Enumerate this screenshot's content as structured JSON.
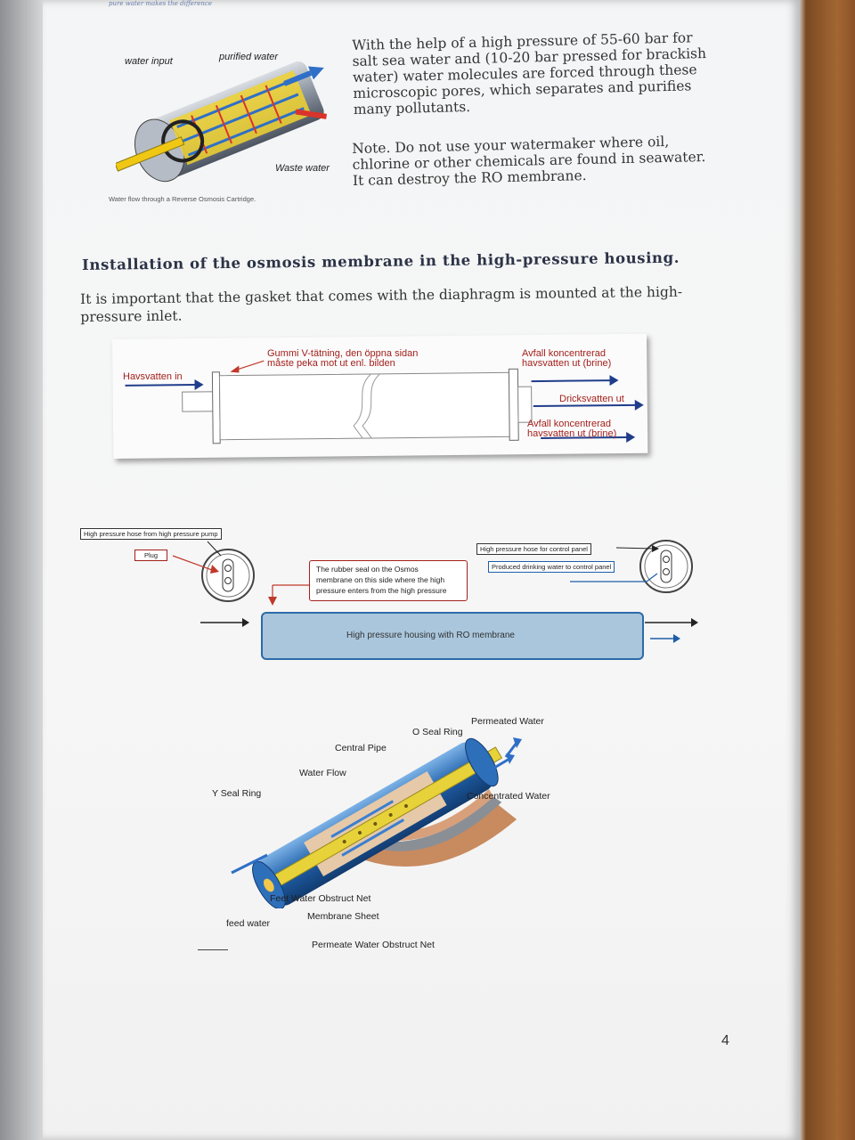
{
  "tagline": "pure water makes the difference",
  "figure1": {
    "label_input": "water input",
    "label_purified": "purified water",
    "label_waste": "Waste water",
    "caption": "Water flow through a Reverse Osmosis Cartridge."
  },
  "intro": {
    "p1": "With the help of a high pressure of 55-60 bar for salt sea water and (10-20 bar pressed for brackish water) water molecules are forced through these microscopic pores, which separates and purifies many pollutants.",
    "p2": "Note. Do not use your watermaker where oil, chlorine or other chemicals are found in seawater. It can destroy the RO membrane."
  },
  "section": {
    "heading": "Installation of the osmosis membrane in the high-pressure housing.",
    "body": "It is important that the gasket that comes with the diaphragm is mounted at the high-pressure inlet."
  },
  "figure2": {
    "havsvatten_in": "Havsvatten in",
    "gummi_line1": "Gummi V-tätning, den öppna sidan",
    "gummi_line2": "måste peka mot ut enl. bilden",
    "avfall_top_line1": "Avfall koncentrerad",
    "avfall_top_line2": "havsvatten ut (brine)",
    "dricksvatten": "Dricksvatten ut",
    "avfall_bot_line1": "Avfall koncentrerad",
    "avfall_bot_line2": "havsvatten ut (brine)"
  },
  "figure3": {
    "hp_hose_pump": "High pressure hose from high pressure pump",
    "plug": "Plug",
    "seal_note_line1": "The rubber seal on the Osmos",
    "seal_note_line2": "membrane on this side where the high",
    "seal_note_line3": "pressure enters from the high pressure",
    "hp_hose_control": "High pressure hose for control panel",
    "produced_water": "Produced drinking water to control panel",
    "housing": "High pressure housing with RO membrane"
  },
  "figure4": {
    "permeated": "Permeated Water",
    "o_seal": "O Seal Ring",
    "central_pipe": "Central Pipe",
    "water_flow": "Water Flow",
    "concentrated": "Concentrated Water",
    "y_seal": "Y Seal Ring",
    "feet_net": "Feet Water Obstruct Net",
    "membrane_sheet": "Membrane Sheet",
    "feed_water": "feed water",
    "permeate_net": "Permeate Water Obstruct Net"
  },
  "page_number": "4",
  "colors": {
    "accent_blue": "#1d5ea8",
    "warn_red": "#a3201c",
    "housing_fill": "#a9c6dc"
  }
}
